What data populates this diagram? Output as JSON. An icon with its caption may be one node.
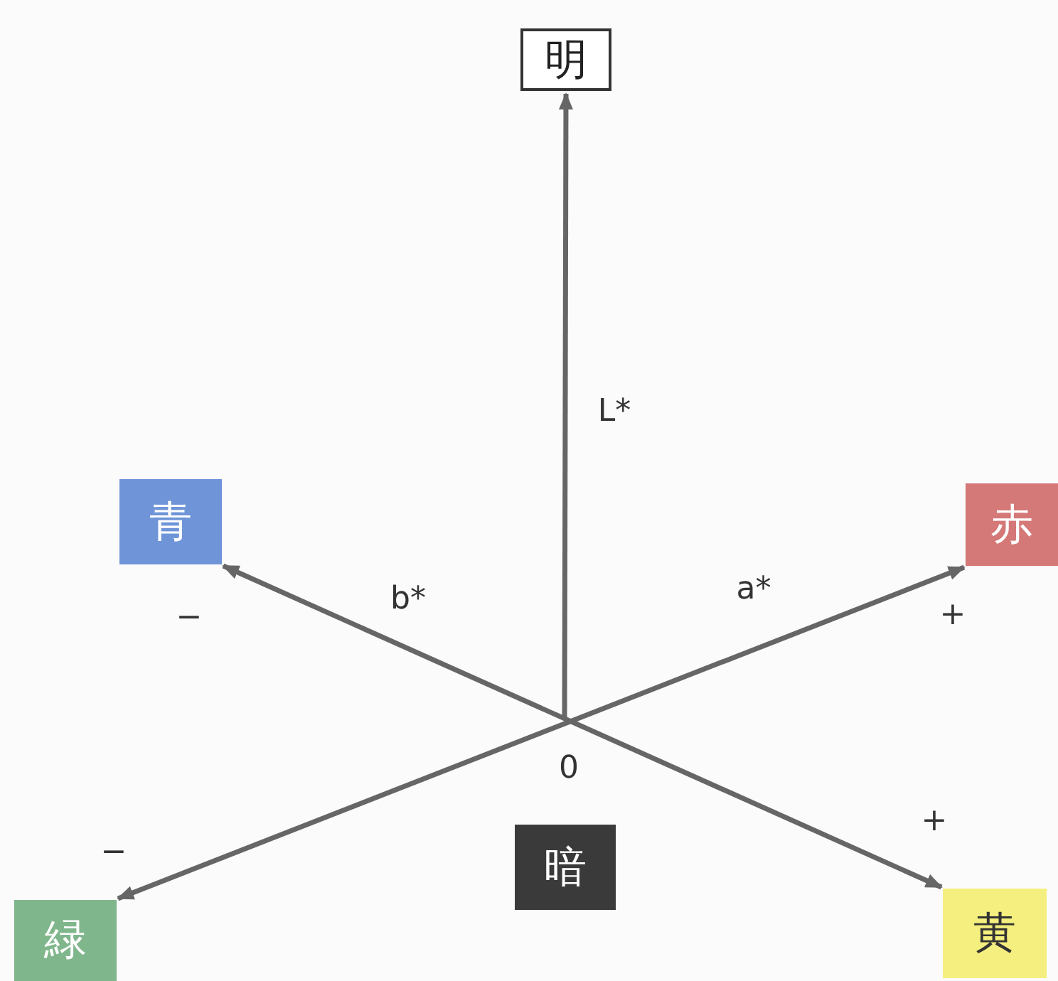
{
  "diagram": {
    "nodes": [
      {
        "text": [
          "明"
        ]
      },
      {
        "text": [
          "青"
        ]
      },
      {
        "text": [
          "赤"
        ]
      },
      {
        "text": [
          "暗"
        ]
      },
      {
        "text": [
          "緑"
        ]
      },
      {
        "text": [
          "黄"
        ]
      }
    ],
    "edges": [
      {
        "from": null,
        "to": 0,
        "arrow": "to",
        "label": "L*"
      },
      {
        "from": 4,
        "to": 2,
        "arrow": "both",
        "label": "a*"
      },
      {
        "from": 1,
        "to": 5,
        "arrow": "both",
        "label": "b*"
      }
    ],
    "labels": [
      "−",
      "+",
      "0",
      "+",
      "−"
    ]
  }
}
